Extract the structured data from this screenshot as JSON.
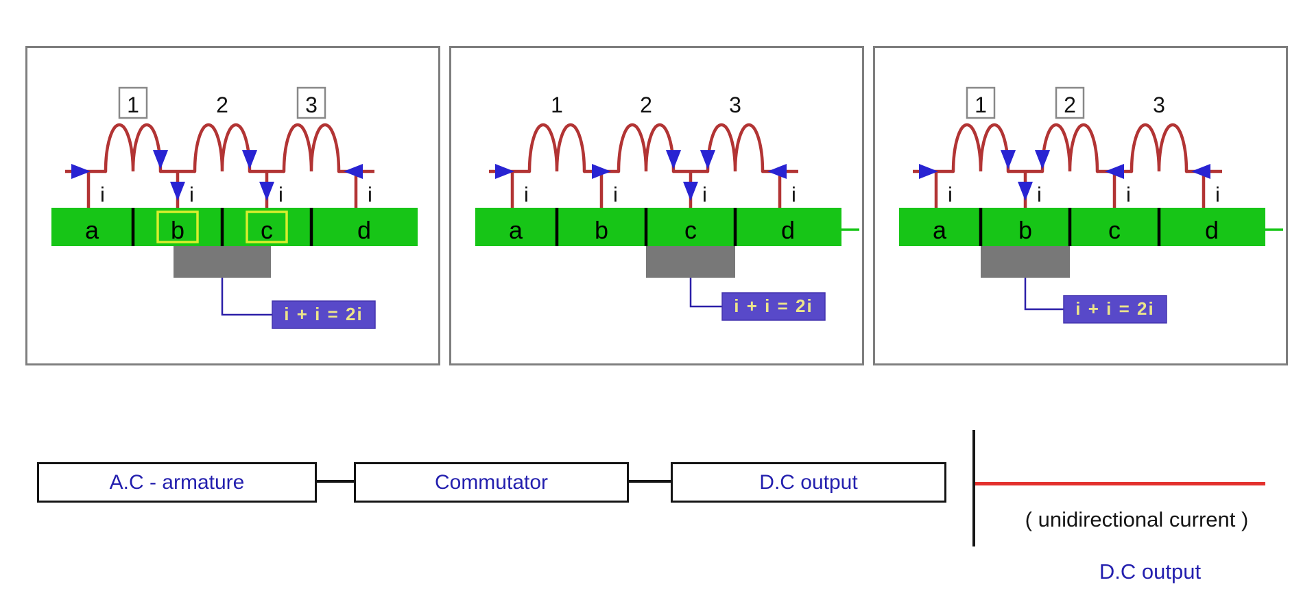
{
  "colors": {
    "panel_border": "#7e7e7e",
    "coil": "#b23434",
    "arrow": "#2823d2",
    "bar": "#17c517",
    "brush": "#787878",
    "highlight": "#d9ee2d",
    "label_bg": "#5849c9",
    "label_border": "#4334ae",
    "label_text": "#ece58a",
    "connector": "#2b1fa8",
    "flow_text": "#231fae",
    "box_border": "#141414",
    "red_line": "#e3312d",
    "ink": "#151515"
  },
  "panels": [
    {
      "name": "stage-1",
      "coil_labels": [
        {
          "text": "1",
          "boxed": true
        },
        {
          "text": "2",
          "boxed": false
        },
        {
          "text": "3",
          "boxed": true
        }
      ],
      "segments": [
        {
          "letter": "a",
          "highlighted": false
        },
        {
          "letter": "b",
          "highlighted": true
        },
        {
          "letter": "c",
          "highlighted": true
        },
        {
          "letter": "d",
          "highlighted": false
        }
      ],
      "lead_current_labels": [
        "i",
        "i",
        "i",
        "i"
      ],
      "brush_over": "b-c",
      "arrows": [
        {
          "type": "in-right",
          "at": "a"
        },
        {
          "type": "limb-down",
          "at": "b",
          "side": "left"
        },
        {
          "type": "lead-down",
          "at": "b"
        },
        {
          "type": "limb-down",
          "at": "c",
          "side": "left"
        },
        {
          "type": "lead-down",
          "at": "c"
        },
        {
          "type": "in-left",
          "at": "d"
        }
      ],
      "sum_label": "i + i = 2i",
      "right_tick": false
    },
    {
      "name": "stage-2",
      "coil_labels": [
        {
          "text": "1",
          "boxed": false
        },
        {
          "text": "2",
          "boxed": false
        },
        {
          "text": "3",
          "boxed": false
        }
      ],
      "segments": [
        {
          "letter": "a",
          "highlighted": false
        },
        {
          "letter": "b",
          "highlighted": false
        },
        {
          "letter": "c",
          "highlighted": false
        },
        {
          "letter": "d",
          "highlighted": false
        }
      ],
      "lead_current_labels": [
        "i",
        "i",
        "i",
        "i"
      ],
      "brush_over": "c",
      "arrows": [
        {
          "type": "in-right",
          "at": "a"
        },
        {
          "type": "flow-right",
          "at": "b"
        },
        {
          "type": "limb-down",
          "at": "c",
          "side": "left"
        },
        {
          "type": "limb-down",
          "at": "c",
          "side": "right"
        },
        {
          "type": "lead-down",
          "at": "c"
        },
        {
          "type": "in-left",
          "at": "d"
        }
      ],
      "sum_label": "i + i = 2i",
      "right_tick": true
    },
    {
      "name": "stage-3",
      "coil_labels": [
        {
          "text": "1",
          "boxed": true
        },
        {
          "text": "2",
          "boxed": true
        },
        {
          "text": "3",
          "boxed": false
        }
      ],
      "segments": [
        {
          "letter": "a",
          "highlighted": false
        },
        {
          "letter": "b",
          "highlighted": false
        },
        {
          "letter": "c",
          "highlighted": false
        },
        {
          "letter": "d",
          "highlighted": false
        }
      ],
      "lead_current_labels": [
        "i",
        "i",
        "i",
        "i"
      ],
      "brush_over": "b",
      "arrows": [
        {
          "type": "in-right",
          "at": "a"
        },
        {
          "type": "limb-down",
          "at": "b",
          "side": "left"
        },
        {
          "type": "limb-down",
          "at": "b",
          "side": "right"
        },
        {
          "type": "lead-down",
          "at": "b"
        },
        {
          "type": "flow-left",
          "at": "c"
        },
        {
          "type": "in-left",
          "at": "d"
        }
      ],
      "sum_label": "i + i = 2i",
      "right_tick": true
    }
  ],
  "flow": {
    "boxes": [
      "A.C - armature",
      "Commutator",
      "D.C output"
    ]
  },
  "graph": {
    "annotation": "( unidirectional current )",
    "label": "D.C output"
  }
}
